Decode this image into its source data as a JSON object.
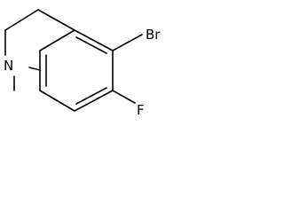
{
  "molecule": {
    "atoms": {
      "bromine": "Br",
      "fluorine": "F",
      "nitrogen": "N"
    }
  }
}
